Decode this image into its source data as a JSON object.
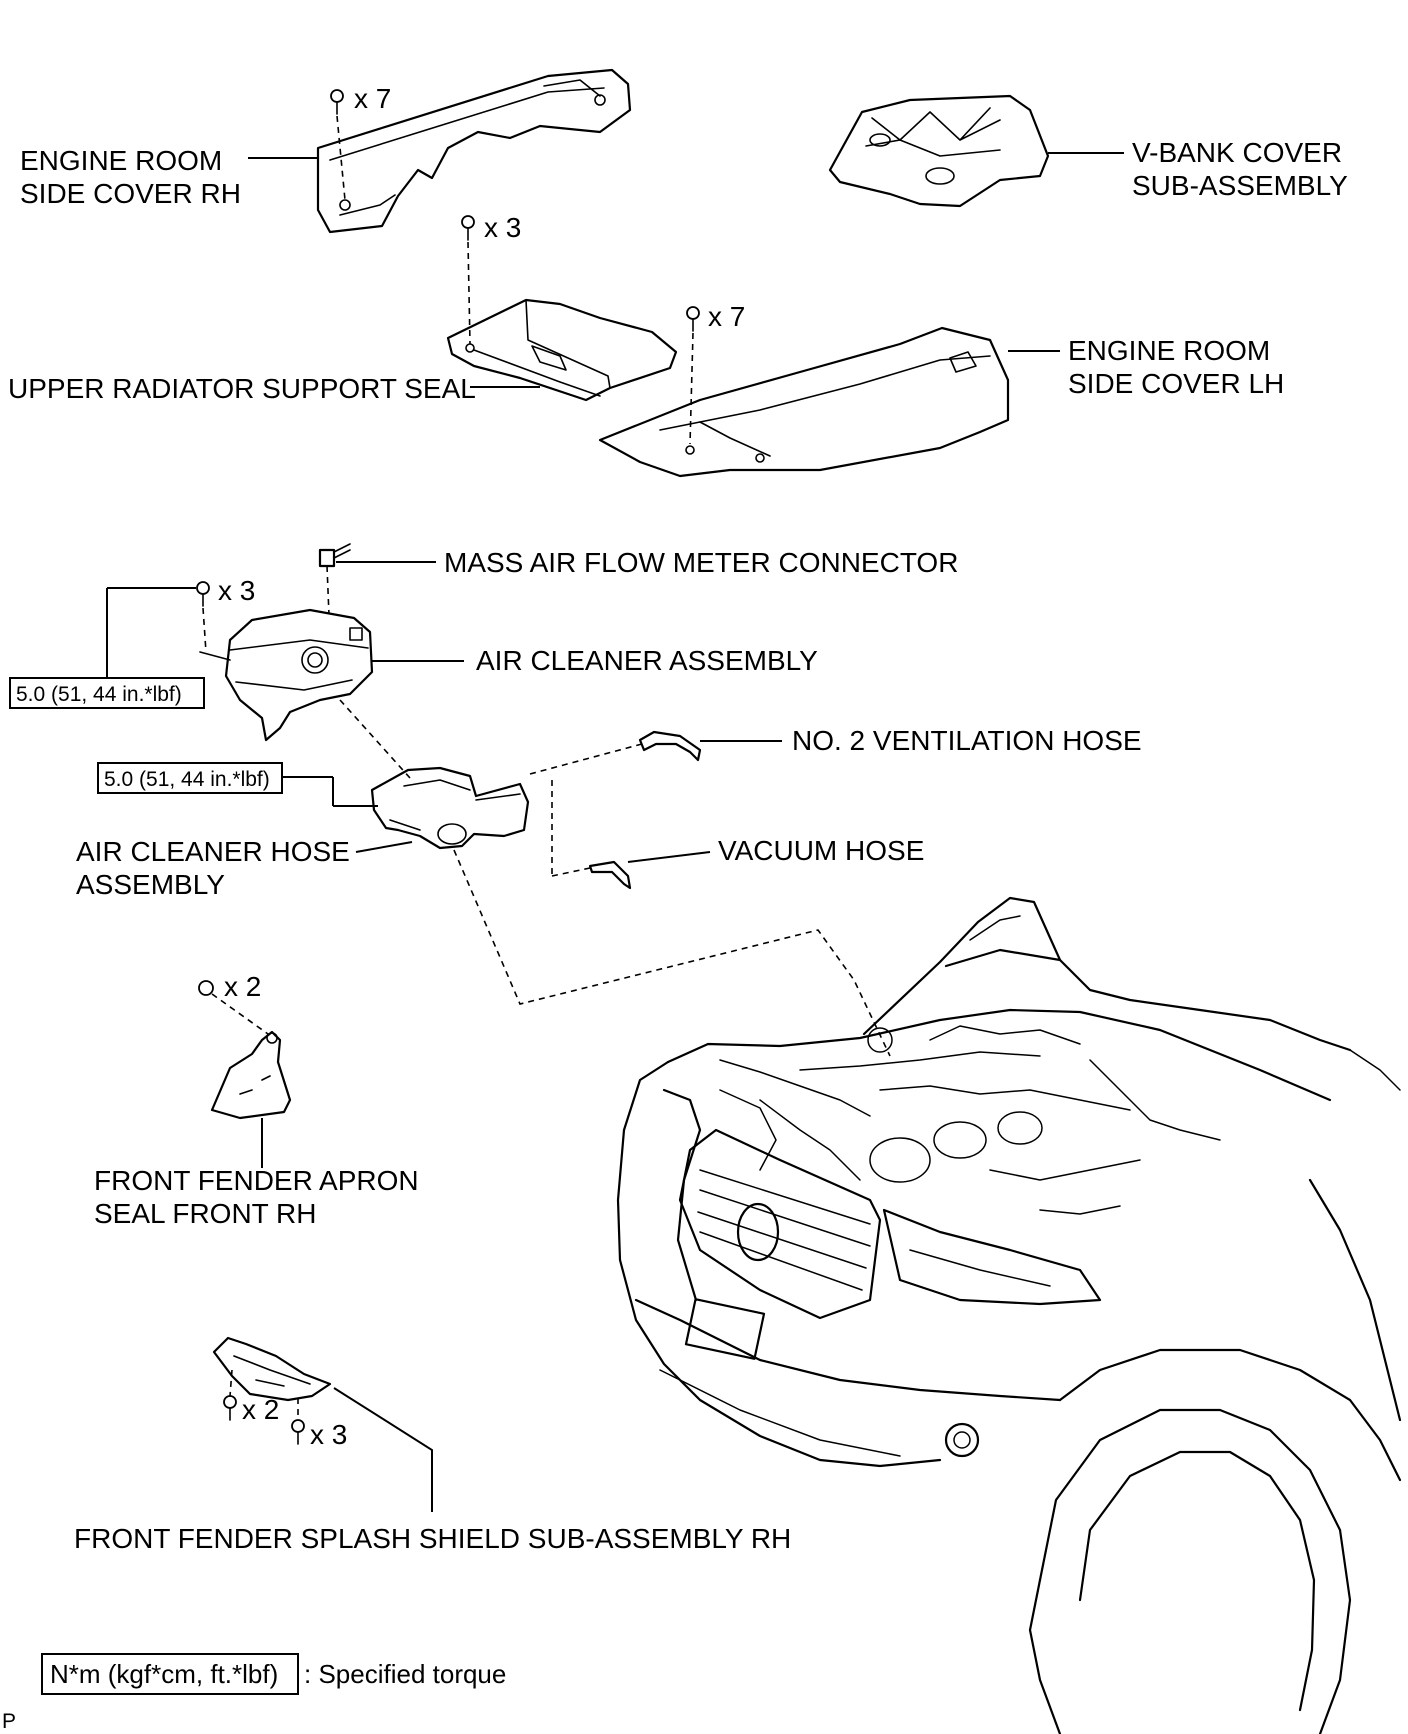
{
  "labels": {
    "engine_room_side_cover_rh": [
      "ENGINE ROOM",
      "SIDE COVER RH"
    ],
    "v_bank_cover": [
      "V-BANK COVER",
      "SUB-ASSEMBLY"
    ],
    "upper_radiator_support_seal": "UPPER RADIATOR SUPPORT SEAL",
    "engine_room_side_cover_lh": [
      "ENGINE ROOM",
      "SIDE COVER LH"
    ],
    "mass_air_flow_meter_connector": "MASS AIR FLOW METER CONNECTOR",
    "air_cleaner_assembly": "AIR CLEANER ASSEMBLY",
    "no2_ventilation_hose": "NO. 2 VENTILATION HOSE",
    "vacuum_hose": "VACUUM HOSE",
    "air_cleaner_hose_assembly": [
      "AIR CLEANER HOSE",
      "ASSEMBLY"
    ],
    "front_fender_apron_seal": [
      "FRONT FENDER APRON",
      "SEAL FRONT RH"
    ],
    "front_fender_splash_shield": "FRONT FENDER SPLASH SHIELD SUB-ASSEMBLY RH"
  },
  "fastener_counts": {
    "side_cover_rh": "x 7",
    "radiator_seal": "x 3",
    "side_cover_lh": "x 7",
    "air_cleaner": "x 3",
    "apron_seal": "x 2",
    "splash_shield_a": "x 2",
    "splash_shield_b": "x 3"
  },
  "torque_specs": {
    "air_cleaner": "5.0 (51, 44 in.*lbf)",
    "air_cleaner_hose": "5.0 (51, 44 in.*lbf)"
  },
  "legend": {
    "unit_box": "N*m (kgf*cm, ft.*lbf)",
    "description": ": Specified torque"
  },
  "corner_mark": "P"
}
